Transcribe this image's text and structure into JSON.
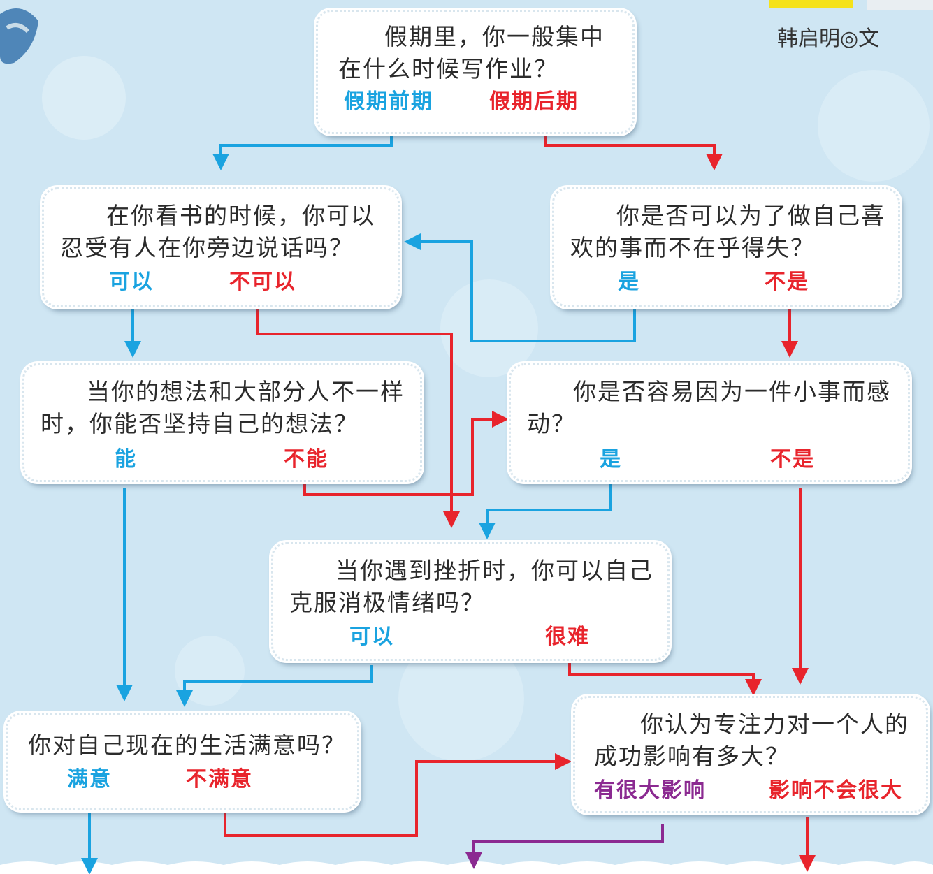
{
  "colors": {
    "blue": "#1aa3e0",
    "red": "#e8242c",
    "purple": "#8b2a91",
    "background": "#cfe6f3"
  },
  "author": "韩启明◎文",
  "questions": {
    "q1": {
      "text": "假期里，你一般集中在什么时候写作业？",
      "opt_a": "假期前期",
      "opt_b": "假期后期"
    },
    "q2": {
      "text": "在你看书的时候，你可以忍受有人在你旁边说话吗？",
      "opt_a": "可以",
      "opt_b": "不可以"
    },
    "q3": {
      "text": "你是否可以为了做自己喜欢的事而不在乎得失？",
      "opt_a": "是",
      "opt_b": "不是"
    },
    "q4": {
      "text": "当你的想法和大部分人不一样时，你能否坚持自己的想法？",
      "opt_a": "能",
      "opt_b": "不能"
    },
    "q5": {
      "text": "你是否容易因为一件小事而感动？",
      "opt_a": "是",
      "opt_b": "不是"
    },
    "q6": {
      "text": "当你遇到挫折时，你可以自己克服消极情绪吗？",
      "opt_a": "可以",
      "opt_b": "很难"
    },
    "q7": {
      "text": "你对自己现在的生活满意吗？",
      "opt_a": "满意",
      "opt_b": "不满意"
    },
    "q8": {
      "text": "你认为专注力对一个人的成功影响有多大？",
      "opt_a": "有很大影响",
      "opt_b": "影响不会很大"
    }
  }
}
